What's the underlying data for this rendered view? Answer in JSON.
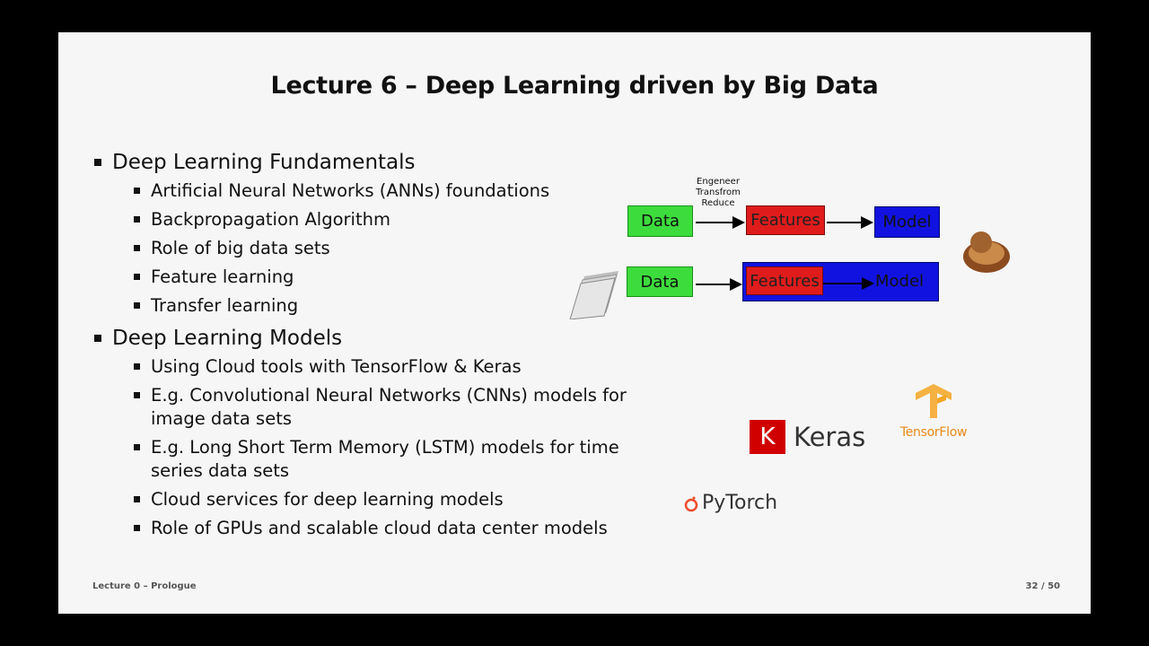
{
  "slide": {
    "title": "Lecture 6 – Deep Learning driven by Big Data",
    "sections": [
      {
        "heading": "Deep Learning Fundamentals",
        "items": [
          "Artificial Neural Networks (ANNs) foundations",
          "Backpropagation Algorithm",
          "Role of big data sets",
          "Feature learning",
          "Transfer learning"
        ]
      },
      {
        "heading": "Deep Learning Models",
        "items": [
          "Using Cloud tools with TensorFlow & Keras",
          "E.g. Convolutional Neural Networks (CNNs) models for image data sets",
          "E.g. Long Short Term Memory (LSTM) models for time series data sets",
          "Cloud services for deep learning models",
          "Role of GPUs and scalable cloud data center models"
        ]
      }
    ],
    "footer_left": "Lecture 0 – Prologue",
    "footer_right": "32 / 50"
  },
  "diagram": {
    "annotation": "Engeneer\nTransfrom\nReduce",
    "row1": {
      "data": "Data",
      "features": "Features",
      "model": "Model"
    },
    "row2": {
      "data": "Data",
      "features": "Features",
      "model": "Model"
    }
  },
  "logos": {
    "keras_letter": "K",
    "keras": "Keras",
    "tensorflow": "TensorFlow",
    "pytorch": "PyTorch"
  },
  "colors": {
    "data_box": "#3ddc3d",
    "features_box": "#e01b1b",
    "model_box": "#1212e0",
    "keras_red": "#d00000",
    "tensorflow_orange": "#e88a1a",
    "pytorch_orange": "#ee4c2c"
  }
}
